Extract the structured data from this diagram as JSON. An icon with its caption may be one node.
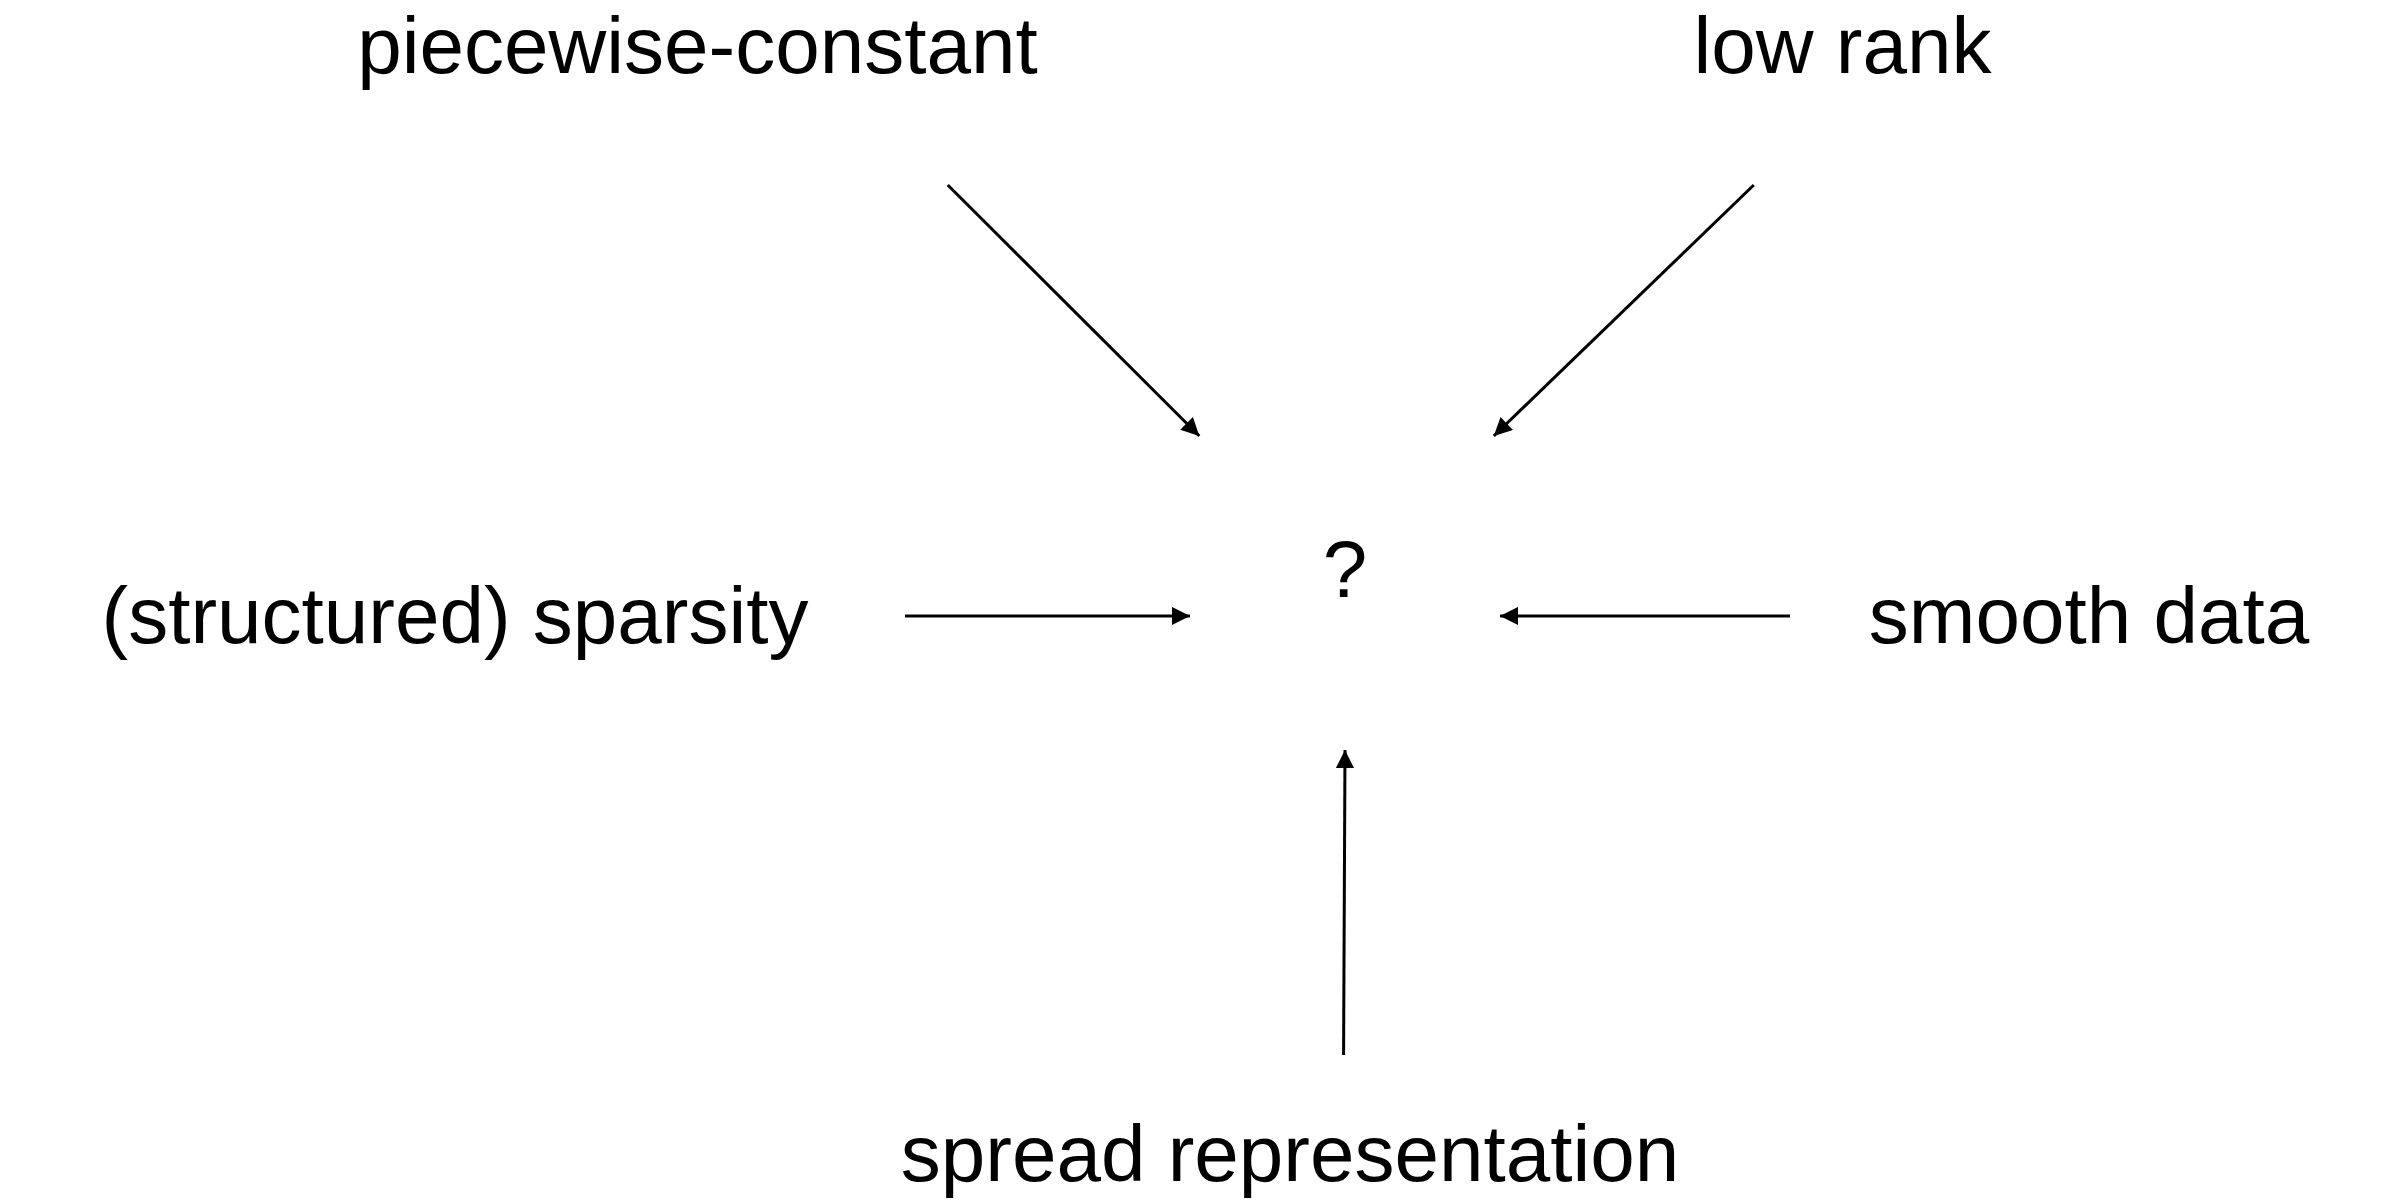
{
  "diagram": {
    "nodes": [
      {
        "text": [
          "piecewise-constant"
        ]
      },
      {
        "text": [
          "low rank"
        ]
      },
      {
        "text": [
          "(structured) sparsity"
        ]
      },
      {
        "text": [
          "?"
        ]
      },
      {
        "text": [
          "smooth data"
        ]
      },
      {
        "text": [
          "spread representation"
        ]
      }
    ],
    "edges": [
      {
        "from": 0,
        "to": 3,
        "arrow": "to"
      },
      {
        "from": 1,
        "to": 3,
        "arrow": "to"
      },
      {
        "from": 2,
        "to": 3,
        "arrow": "to"
      },
      {
        "from": 4,
        "to": 3,
        "arrow": "to"
      },
      {
        "from": 5,
        "to": 3,
        "arrow": "to"
      }
    ]
  }
}
